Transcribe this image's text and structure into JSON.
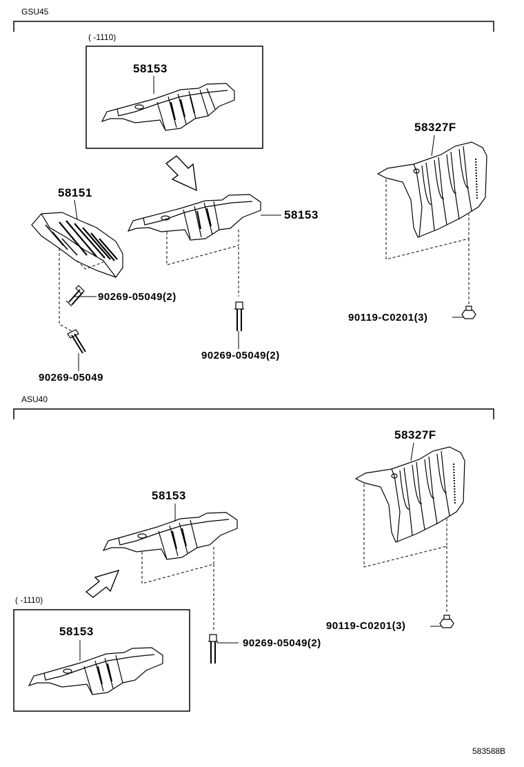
{
  "sections": {
    "top": {
      "title": "GSU45"
    },
    "bottom": {
      "title": "ASU40"
    }
  },
  "inset_top": {
    "range_label": "(    -1110)",
    "part": "58153"
  },
  "inset_bottom": {
    "range_label": "(    -1110)",
    "part": "58153"
  },
  "top_parts": {
    "left_insulator": "58151",
    "center_insulator": "58153",
    "right_insulator": "58327F",
    "clip_a": "90269-05049(2)",
    "clip_b": "90269-05049",
    "clip_c": "90269-05049(2)",
    "bolt": "90119-C0201(3)"
  },
  "bottom_parts": {
    "center_insulator": "58153",
    "right_insulator": "58327F",
    "clip": "90269-05049(2)",
    "bolt": "90119-C0201(3)"
  },
  "illustration_code": "583588B"
}
